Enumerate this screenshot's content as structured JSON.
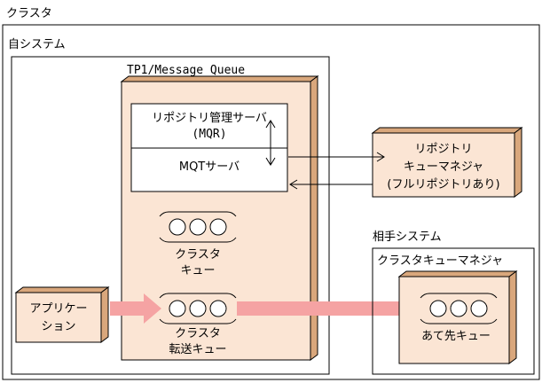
{
  "labels": {
    "cluster": "クラスタ",
    "own_system": "自システム",
    "tp1_mq": "TP1/Message Queue",
    "repo_server_line1": "リポジトリ管理サーバ",
    "repo_server_line2": "(MQR)",
    "mqt_server": "MQTサーバ",
    "repo_qm_line1": "リポジトリ",
    "repo_qm_line2": "キューマネジャ",
    "repo_qm_line3": "(フルリポジトリあり)",
    "partner_system": "相手システム",
    "cluster_qm": "クラスタキューマネジャ",
    "cluster_queue_line1": "クラスタ",
    "cluster_queue_line2": "キュー",
    "xmit_queue_line1": "クラスタ",
    "xmit_queue_line2": "転送キュー",
    "app_line1": "アプリケー",
    "app_line2": "ション",
    "dest_queue": "あて先キュー"
  },
  "colors": {
    "box_fill": "#fbe5d4",
    "box_side": "#d9a77c",
    "flow_arrow": "#f5a3a3"
  }
}
